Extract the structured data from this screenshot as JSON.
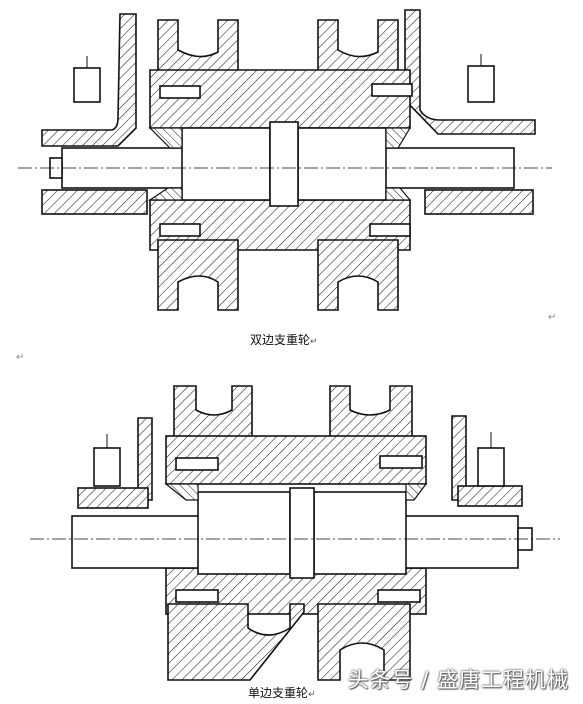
{
  "captions": {
    "top": "双边支重轮",
    "bottom": "单边支重轮"
  },
  "marks": {
    "return_symbol": "↵"
  },
  "watermark": {
    "text": "头条号 / 盛唐工程机械"
  }
}
